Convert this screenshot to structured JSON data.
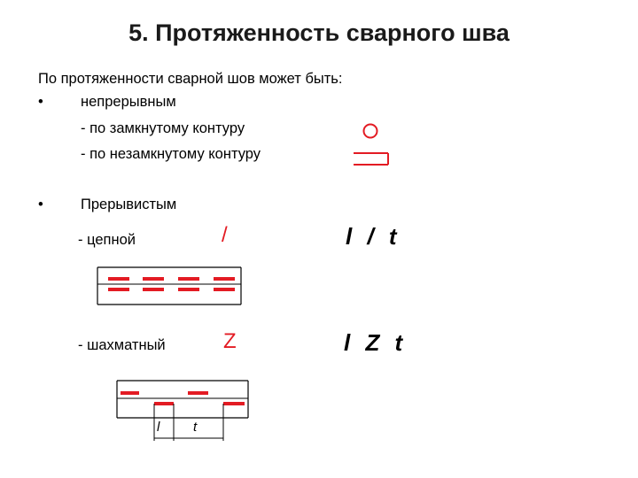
{
  "title": "5. Протяженность сварного шва",
  "intro": "По протяженности сварной шов может быть:",
  "bullets": [
    {
      "marker": "•",
      "label": "непрерывным",
      "subitems": [
        "- по замкнутому контуру",
        "- по незамкнутому контуру"
      ]
    },
    {
      "marker": "•",
      "label": "Прерывистым",
      "subitems": [
        "- цепной",
        "- шахматный"
      ]
    }
  ],
  "symbols": {
    "chain_mark": "/",
    "chain_formula": "l / t",
    "staggered_mark": "Z",
    "staggered_formula": "l Z t"
  },
  "dimensions": {
    "l": "l",
    "t": "t"
  },
  "colors": {
    "accent": "#e31b23",
    "text": "#000000"
  }
}
